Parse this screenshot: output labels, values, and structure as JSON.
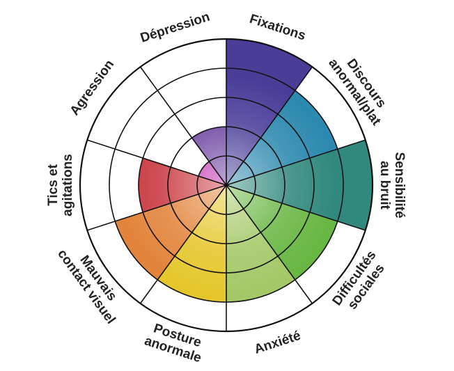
{
  "chart_data": {
    "type": "polar-area",
    "title": "",
    "rings": 5,
    "max": 5,
    "categories": [
      {
        "label": "Fixations",
        "value": 5,
        "color": "#3a2c8f",
        "lines": [
          "Fixations"
        ]
      },
      {
        "label": "Discours anormal/plat",
        "value": 4,
        "color": "#1a7fa8",
        "lines": [
          "Discours",
          "anormal/plat"
        ]
      },
      {
        "label": "Sensibilité au bruit",
        "value": 5,
        "color": "#1f7f72",
        "lines": [
          "Sensibilité",
          "au bruit"
        ]
      },
      {
        "label": "Difficultés sociales",
        "value": 4,
        "color": "#5cb133",
        "lines": [
          "Difficultés",
          "sociales"
        ]
      },
      {
        "label": "Anxiété",
        "value": 4,
        "color": "#9cc35a",
        "lines": [
          "Anxiété"
        ]
      },
      {
        "label": "Posture anormale",
        "value": 4,
        "color": "#e3c21a",
        "lines": [
          "Posture",
          "anormale"
        ]
      },
      {
        "label": "Mauvais contact visuel",
        "value": 4,
        "color": "#e07a2a",
        "lines": [
          "Mauvais",
          "contact visuel"
        ]
      },
      {
        "label": "Tics et agitations",
        "value": 3,
        "color": "#c42830",
        "lines": [
          "Tics et",
          "agitations"
        ]
      },
      {
        "label": "Agression",
        "value": 1,
        "color": "#bb1aa6",
        "lines": [
          "Agression"
        ]
      },
      {
        "label": "Dépression",
        "value": 2,
        "color": "#5a2d95",
        "lines": [
          "Dépression"
        ]
      }
    ]
  }
}
